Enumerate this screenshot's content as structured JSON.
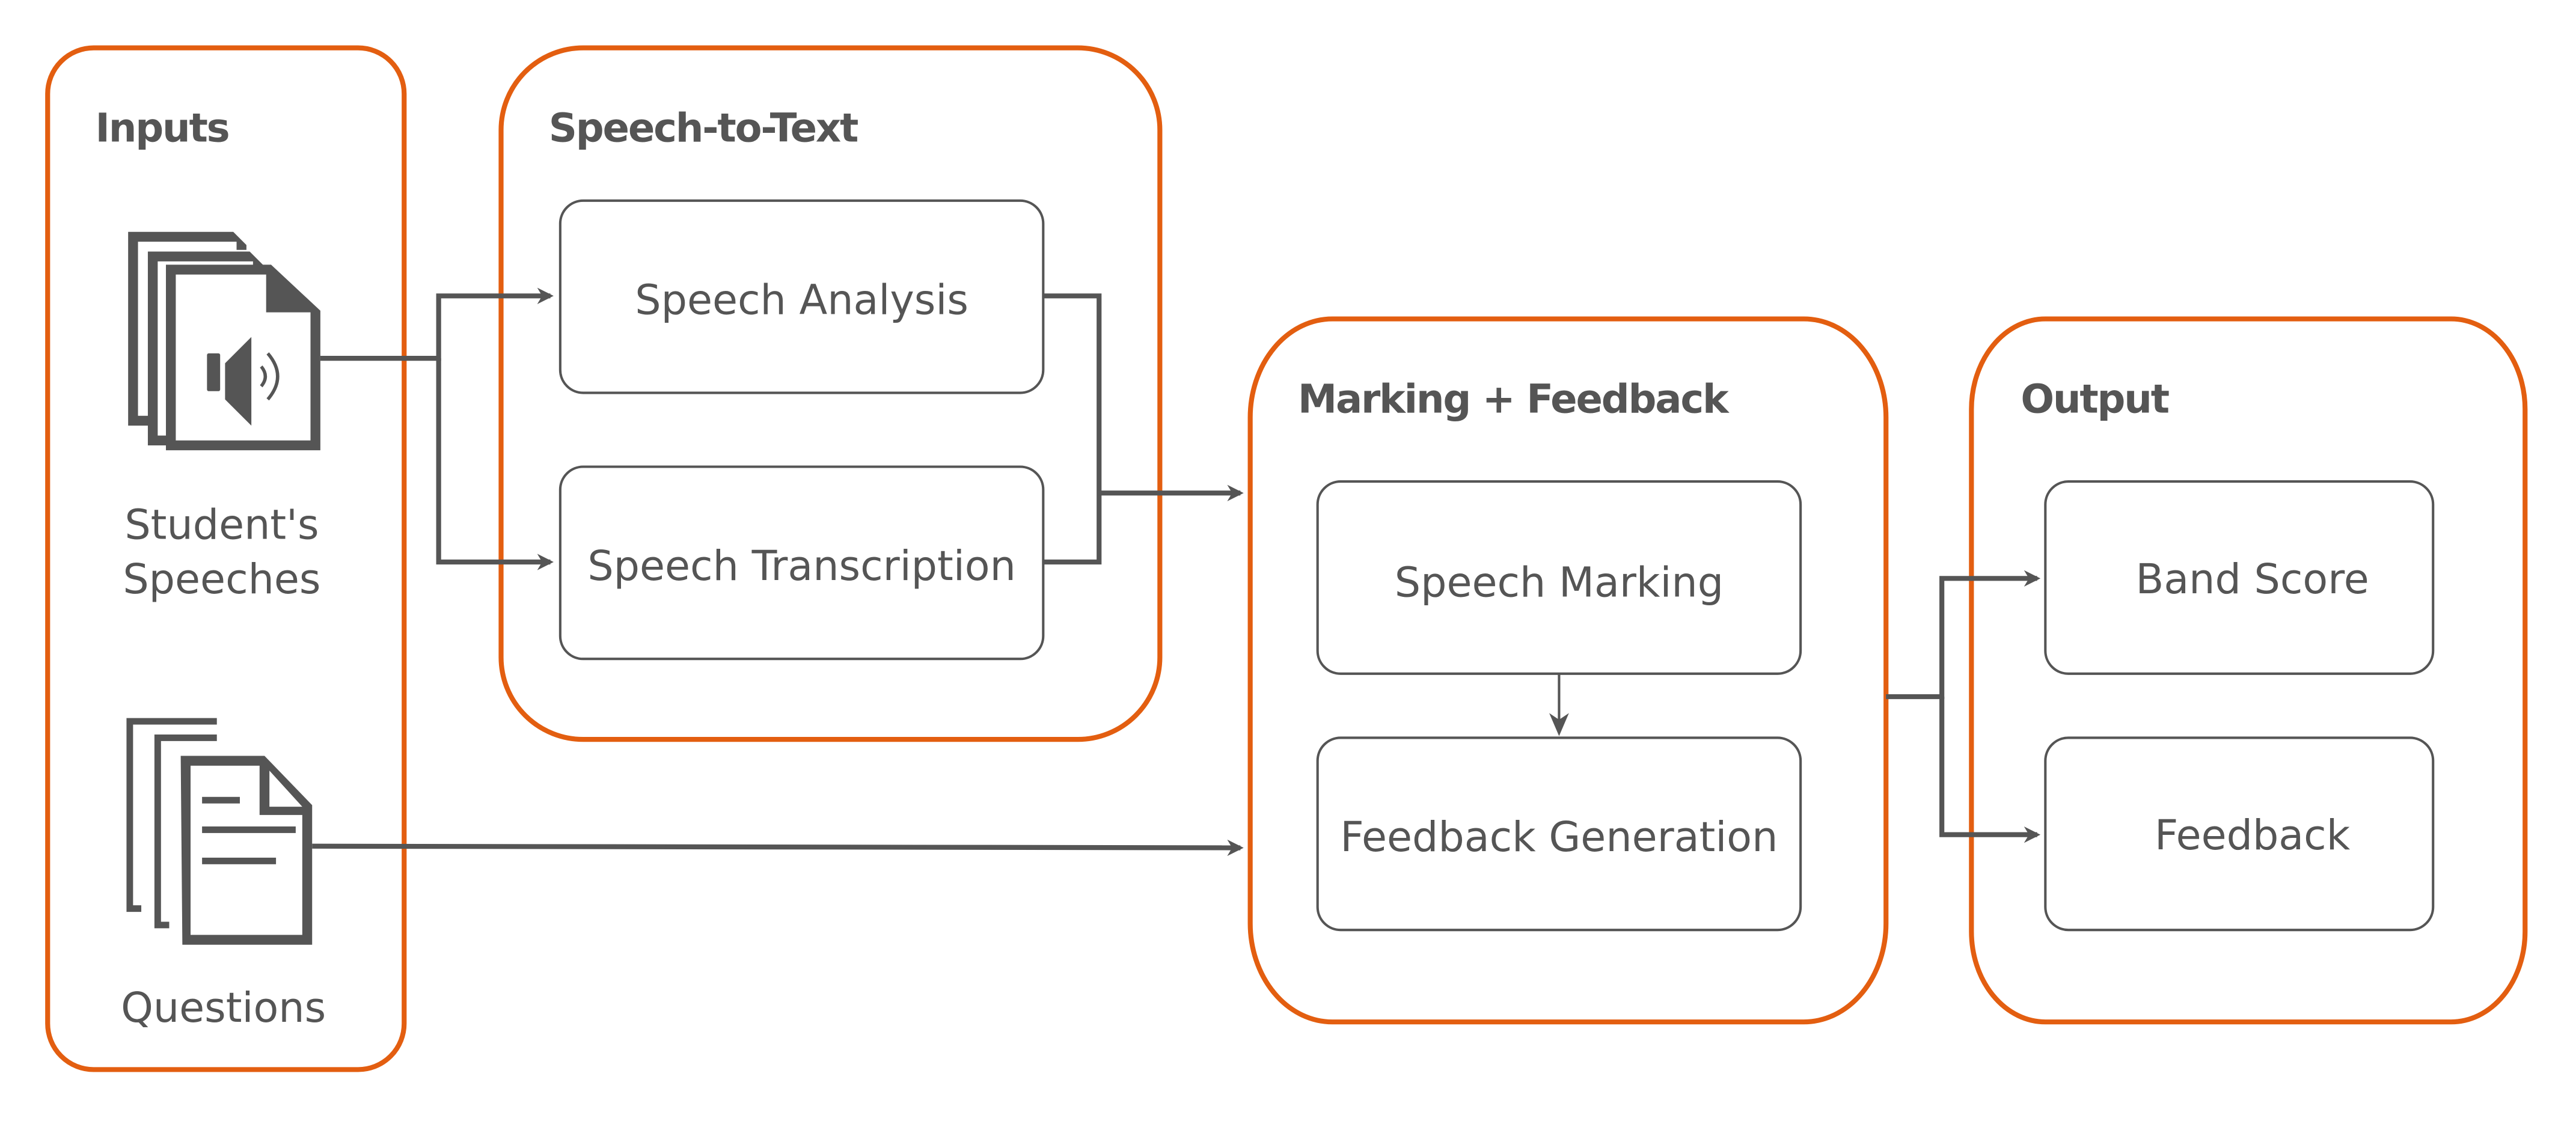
{
  "diagram": {
    "groups": {
      "inputs": {
        "title": "Inputs"
      },
      "speech_to_text": {
        "title": "Speech-to-Text"
      },
      "marking_feedback": {
        "title": "Marking + Feedback"
      },
      "output": {
        "title": "Output"
      }
    },
    "inputs": {
      "speeches_label_line1": "Student's",
      "speeches_label_line2": "Speeches",
      "questions_label": "Questions"
    },
    "nodes": {
      "speech_analysis": "Speech Analysis",
      "speech_transcription": "Speech Transcription",
      "speech_marking": "Speech Marking",
      "feedback_generation": "Feedback Generation",
      "band_score": "Band Score",
      "feedback": "Feedback"
    },
    "edges": [
      {
        "from": "Student's Speeches",
        "to": "Speech Analysis"
      },
      {
        "from": "Student's Speeches",
        "to": "Speech Transcription"
      },
      {
        "from": "Speech Analysis",
        "to": "Marking + Feedback"
      },
      {
        "from": "Speech Transcription",
        "to": "Marking + Feedback"
      },
      {
        "from": "Questions",
        "to": "Marking + Feedback"
      },
      {
        "from": "Speech Marking",
        "to": "Feedback Generation"
      },
      {
        "from": "Marking + Feedback",
        "to": "Band Score"
      },
      {
        "from": "Marking + Feedback",
        "to": "Feedback"
      }
    ],
    "colors": {
      "group_border": "#e35e10",
      "ink": "#555555"
    }
  }
}
